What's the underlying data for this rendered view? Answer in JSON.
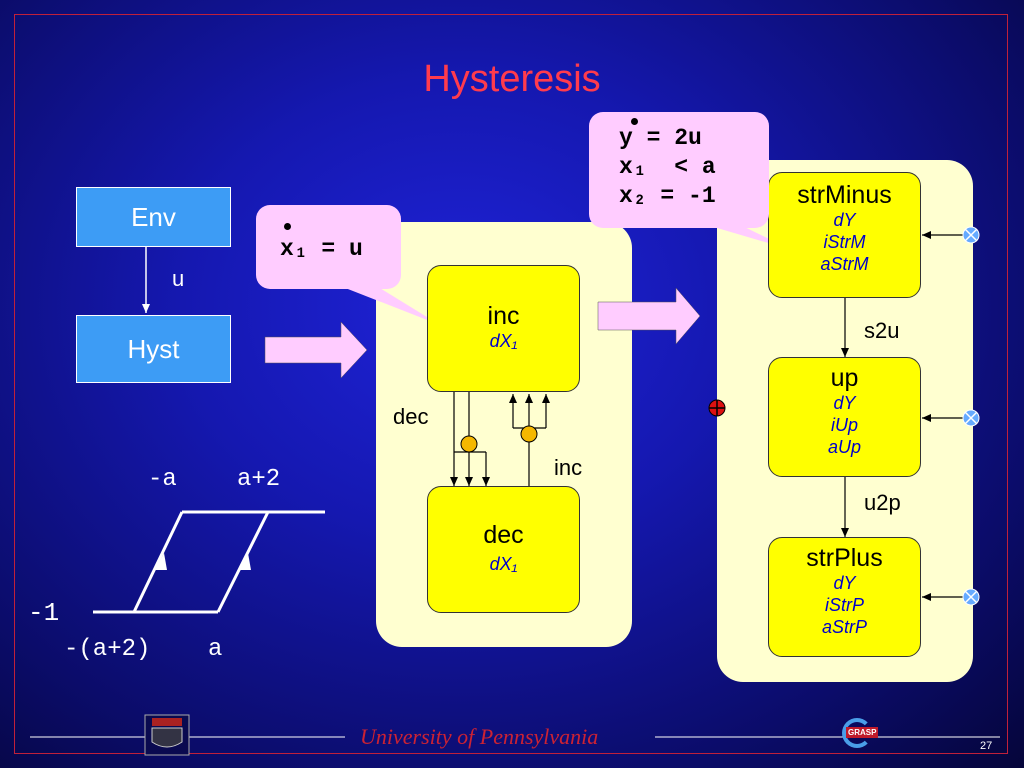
{
  "title": "Hysteresis",
  "env_box": "Env",
  "hyst_box": "Hyst",
  "u_label": "u",
  "callout_left": {
    "line": "x₁ = u"
  },
  "callout_right": {
    "line1": "y = 2u",
    "line2": "x₁  < a",
    "line3": "x₂ = -1"
  },
  "inc_state": {
    "name": "inc",
    "line1": "dX₁"
  },
  "dec_state": {
    "name": "dec",
    "line1": "dX₁"
  },
  "dec_label": "dec",
  "inc_label": "inc",
  "right_states": [
    {
      "name": "strMinus",
      "l1": "dY",
      "l2": "iStrM",
      "l3": "aStrM"
    },
    {
      "name": "up",
      "l1": "dY",
      "l2": "iUp",
      "l3": "aUp"
    },
    {
      "name": "strPlus",
      "l1": "dY",
      "l2": "iStrP",
      "l3": "aStrP"
    }
  ],
  "s2u_label": "s2u",
  "u2p_label": "u2p",
  "graph": {
    "neg_a": "-a",
    "a_plus_2": "a+2",
    "neg1": "-1",
    "neg_a_plus_2": "-(a+2)",
    "a": "a"
  },
  "footer": "University of Pennsylvania",
  "grasp_logo": "GRASP",
  "page_number": "27",
  "colors": {
    "panel": "#ffffd0",
    "state": "#ffff00",
    "callout": "#ffccff",
    "box": "#3d9cf5",
    "title": "#ff3b4d"
  }
}
